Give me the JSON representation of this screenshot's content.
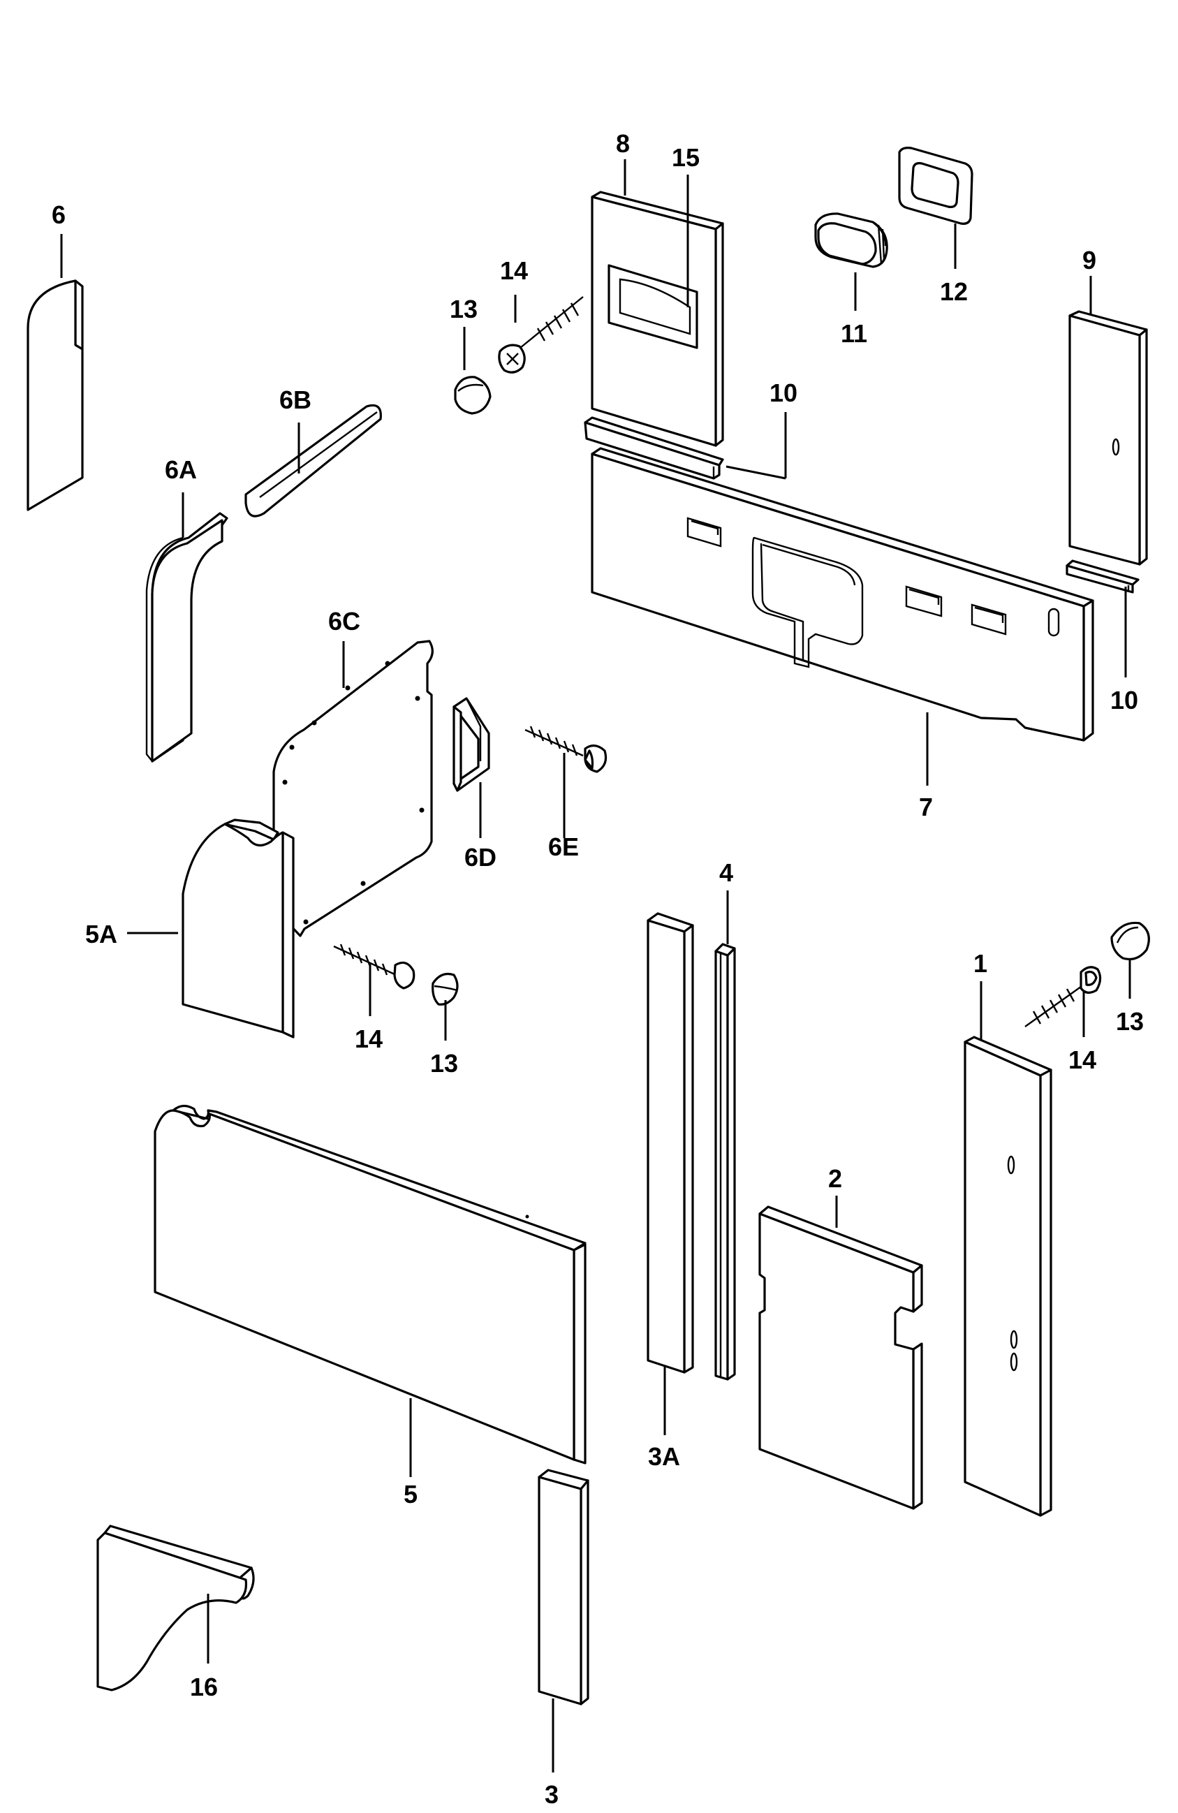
{
  "labels": {
    "p1": "1",
    "p2": "2",
    "p3": "3",
    "p3a": "3A",
    "p4": "4",
    "p5": "5",
    "p5a": "5A",
    "p6": "6",
    "p6a": "6A",
    "p6b": "6B",
    "p6c": "6C",
    "p6d": "6D",
    "p6e": "6E",
    "p7": "7",
    "p8": "8",
    "p9": "9",
    "p10_top": "10",
    "p10_right": "10",
    "p11": "11",
    "p12": "12",
    "p13_top": "13",
    "p13_mid": "13",
    "p13_right": "13",
    "p14_top": "14",
    "p14_mid": "14",
    "p14_right": "14",
    "p15": "15",
    "p16": "16"
  }
}
